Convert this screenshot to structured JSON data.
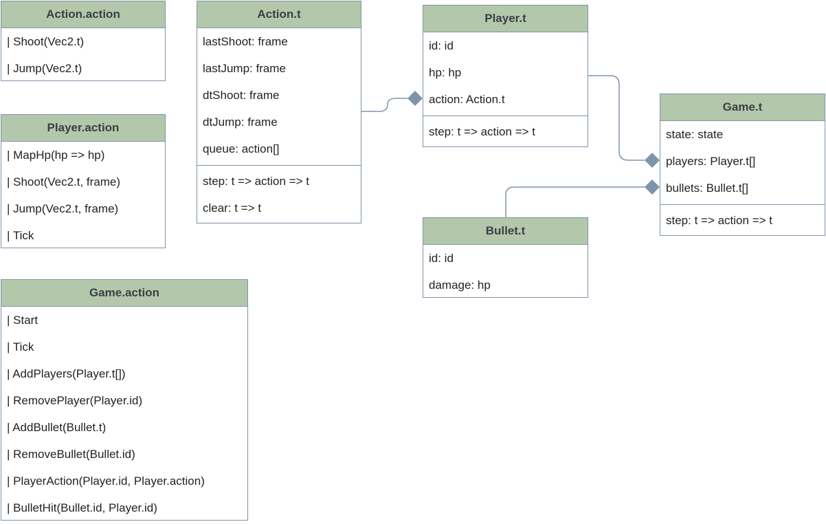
{
  "diagram": {
    "classes": {
      "action_action": {
        "name": "Action.action",
        "variants": [
          "| Shoot(Vec2.t)",
          "| Jump(Vec2.t)"
        ]
      },
      "player_action": {
        "name": "Player.action",
        "variants": [
          "| MapHp(hp => hp)",
          "| Shoot(Vec2.t, frame)",
          "| Jump(Vec2.t, frame)",
          "| Tick"
        ]
      },
      "game_action": {
        "name": "Game.action",
        "variants": [
          "| Start",
          "| Tick",
          "| AddPlayers(Player.t[])",
          "| RemovePlayer(Player.id)",
          "| AddBullet(Bullet.t)",
          "| RemoveBullet(Bullet.id)",
          "| PlayerAction(Player.id, Player.action)",
          "| BulletHit(Bullet.id, Player.id)"
        ]
      },
      "action_t": {
        "name": "Action.t",
        "fields": [
          "lastShoot: frame",
          "lastJump: frame",
          "dtShoot: frame",
          "dtJump: frame",
          "queue: action[]"
        ],
        "methods": [
          "step: t => action => t",
          "clear: t => t"
        ]
      },
      "player_t": {
        "name": "Player.t",
        "fields": [
          "id: id",
          "hp: hp",
          "action: Action.t"
        ],
        "methods": [
          "step: t => action => t"
        ]
      },
      "bullet_t": {
        "name": "Bullet.t",
        "fields": [
          "id: id",
          "damage: hp"
        ]
      },
      "game_t": {
        "name": "Game.t",
        "fields": [
          "state: state",
          "players: Player.t[]",
          "bullets: Bullet.t[]"
        ],
        "methods": [
          "step: t => action => t"
        ]
      }
    },
    "relations": [
      {
        "from": "Action.t",
        "to": "Player.t",
        "kind": "composition"
      },
      {
        "from": "Player.t",
        "to": "Game.t",
        "kind": "composition"
      },
      {
        "from": "Bullet.t",
        "to": "Game.t",
        "kind": "composition"
      }
    ],
    "colors": {
      "header_fill": "#b3c8aa",
      "border": "#7f93ab",
      "connector": "#7f93ab",
      "diamond": "#7f93ab",
      "text": "#222222"
    }
  }
}
